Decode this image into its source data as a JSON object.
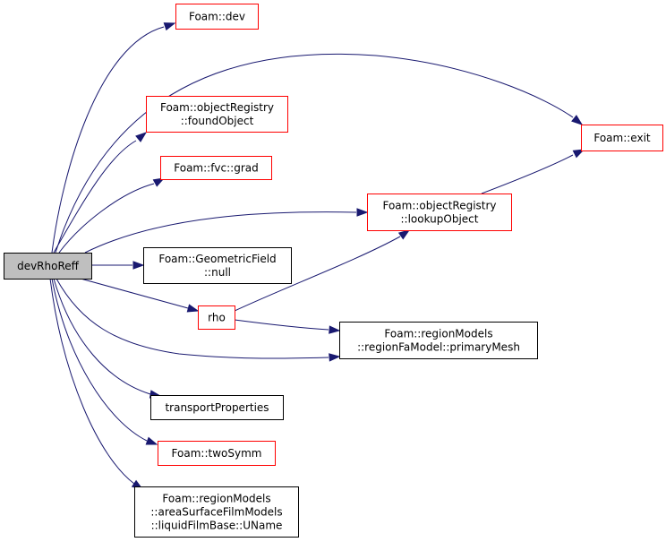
{
  "colors": {
    "edge": "#191970",
    "root_fill": "#bfbfbf",
    "root_border": "#000000",
    "linked_border": "#ff0000",
    "plain_border": "#000000",
    "background": "#ffffff"
  },
  "nodes": {
    "devRhoReff": {
      "lines": [
        "devRhoReff"
      ],
      "style": "root"
    },
    "dev": {
      "lines": [
        "Foam::dev"
      ],
      "style": "red"
    },
    "exit": {
      "lines": [
        "Foam::exit"
      ],
      "style": "red"
    },
    "foundObject": {
      "lines": [
        "Foam::objectRegistry",
        "::foundObject"
      ],
      "style": "red"
    },
    "grad": {
      "lines": [
        "Foam::fvc::grad"
      ],
      "style": "red"
    },
    "lookupObject": {
      "lines": [
        "Foam::objectRegistry",
        "::lookupObject"
      ],
      "style": "red"
    },
    "null": {
      "lines": [
        "Foam::GeometricField",
        "::null"
      ],
      "style": "black"
    },
    "rho": {
      "lines": [
        "rho"
      ],
      "style": "red"
    },
    "primaryMesh": {
      "lines": [
        "Foam::regionModels",
        "::regionFaModel::primaryMesh"
      ],
      "style": "black"
    },
    "transportProperties": {
      "lines": [
        "transportProperties"
      ],
      "style": "black"
    },
    "twoSymm": {
      "lines": [
        "Foam::twoSymm"
      ],
      "style": "red"
    },
    "UName": {
      "lines": [
        "Foam::regionModels",
        "::areaSurfaceFilmModels",
        "::liquidFilmBase::UName"
      ],
      "style": "black"
    }
  },
  "edges": [
    [
      "devRhoReff",
      "dev"
    ],
    [
      "devRhoReff",
      "exit"
    ],
    [
      "devRhoReff",
      "foundObject"
    ],
    [
      "devRhoReff",
      "grad"
    ],
    [
      "devRhoReff",
      "lookupObject"
    ],
    [
      "devRhoReff",
      "null"
    ],
    [
      "devRhoReff",
      "rho"
    ],
    [
      "devRhoReff",
      "primaryMesh"
    ],
    [
      "devRhoReff",
      "transportProperties"
    ],
    [
      "devRhoReff",
      "twoSymm"
    ],
    [
      "devRhoReff",
      "UName"
    ],
    [
      "lookupObject",
      "exit"
    ],
    [
      "rho",
      "lookupObject"
    ],
    [
      "rho",
      "primaryMesh"
    ]
  ]
}
